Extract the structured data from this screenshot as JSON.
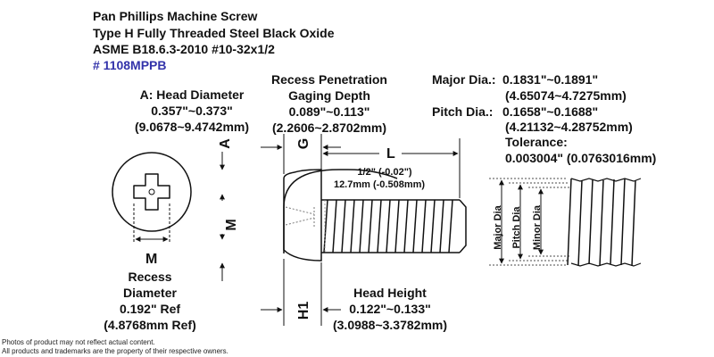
{
  "header": {
    "line1": "Pan Phillips Machine Screw",
    "line2": "Type H Fully Threaded Steel Black Oxide",
    "line3": "ASME B18.6.3-2010 #10-32x1/2",
    "part_number": "# 1108MPPB",
    "part_number_color": "#3333aa"
  },
  "head_diameter": {
    "title": "A: Head Diameter",
    "inch": "0.357\"~0.373\"",
    "mm": "(9.0678~9.4742mm)"
  },
  "recess_penetration": {
    "title1": "Recess Penetration",
    "title2": "Gaging Depth",
    "inch": "0.089\"~0.113\"",
    "mm": "(2.2606~2.8702mm)"
  },
  "diameters": {
    "major_label": "Major Dia.:",
    "major_inch": "0.1831\"~0.1891\"",
    "major_mm": "(4.65074~4.7275mm)",
    "pitch_label": "Pitch Dia.:",
    "pitch_inch": "0.1658\"~0.1688\"",
    "pitch_mm": "(4.21132~4.28752mm)",
    "tolerance_label": "Tolerance:",
    "tolerance_value": "0.003004\" (0.0763016mm)"
  },
  "length": {
    "inch": "1/2\" (-0.02\")",
    "mm": "12.7mm (-0.508mm)"
  },
  "recess_diameter": {
    "line1": "Recess",
    "line2": "Diameter",
    "inch": "0.192\" Ref",
    "mm": "(4.8768mm Ref)"
  },
  "head_height": {
    "title": "Head Height",
    "inch": "0.122\"~0.133\"",
    "mm": "(3.0988~3.3782mm)"
  },
  "dim_letters": {
    "a": "A",
    "g": "G",
    "l": "L",
    "m_side": "M",
    "m_top": "M",
    "h1": "H1"
  },
  "thread_labels": {
    "major": "Major Dia",
    "pitch": "Pitch Dia",
    "minor": "Minor Dia"
  },
  "footer": {
    "line1": "Photos of product may not reflect actual content.",
    "line2": "All products and trademarks are the property of their respective owners."
  }
}
